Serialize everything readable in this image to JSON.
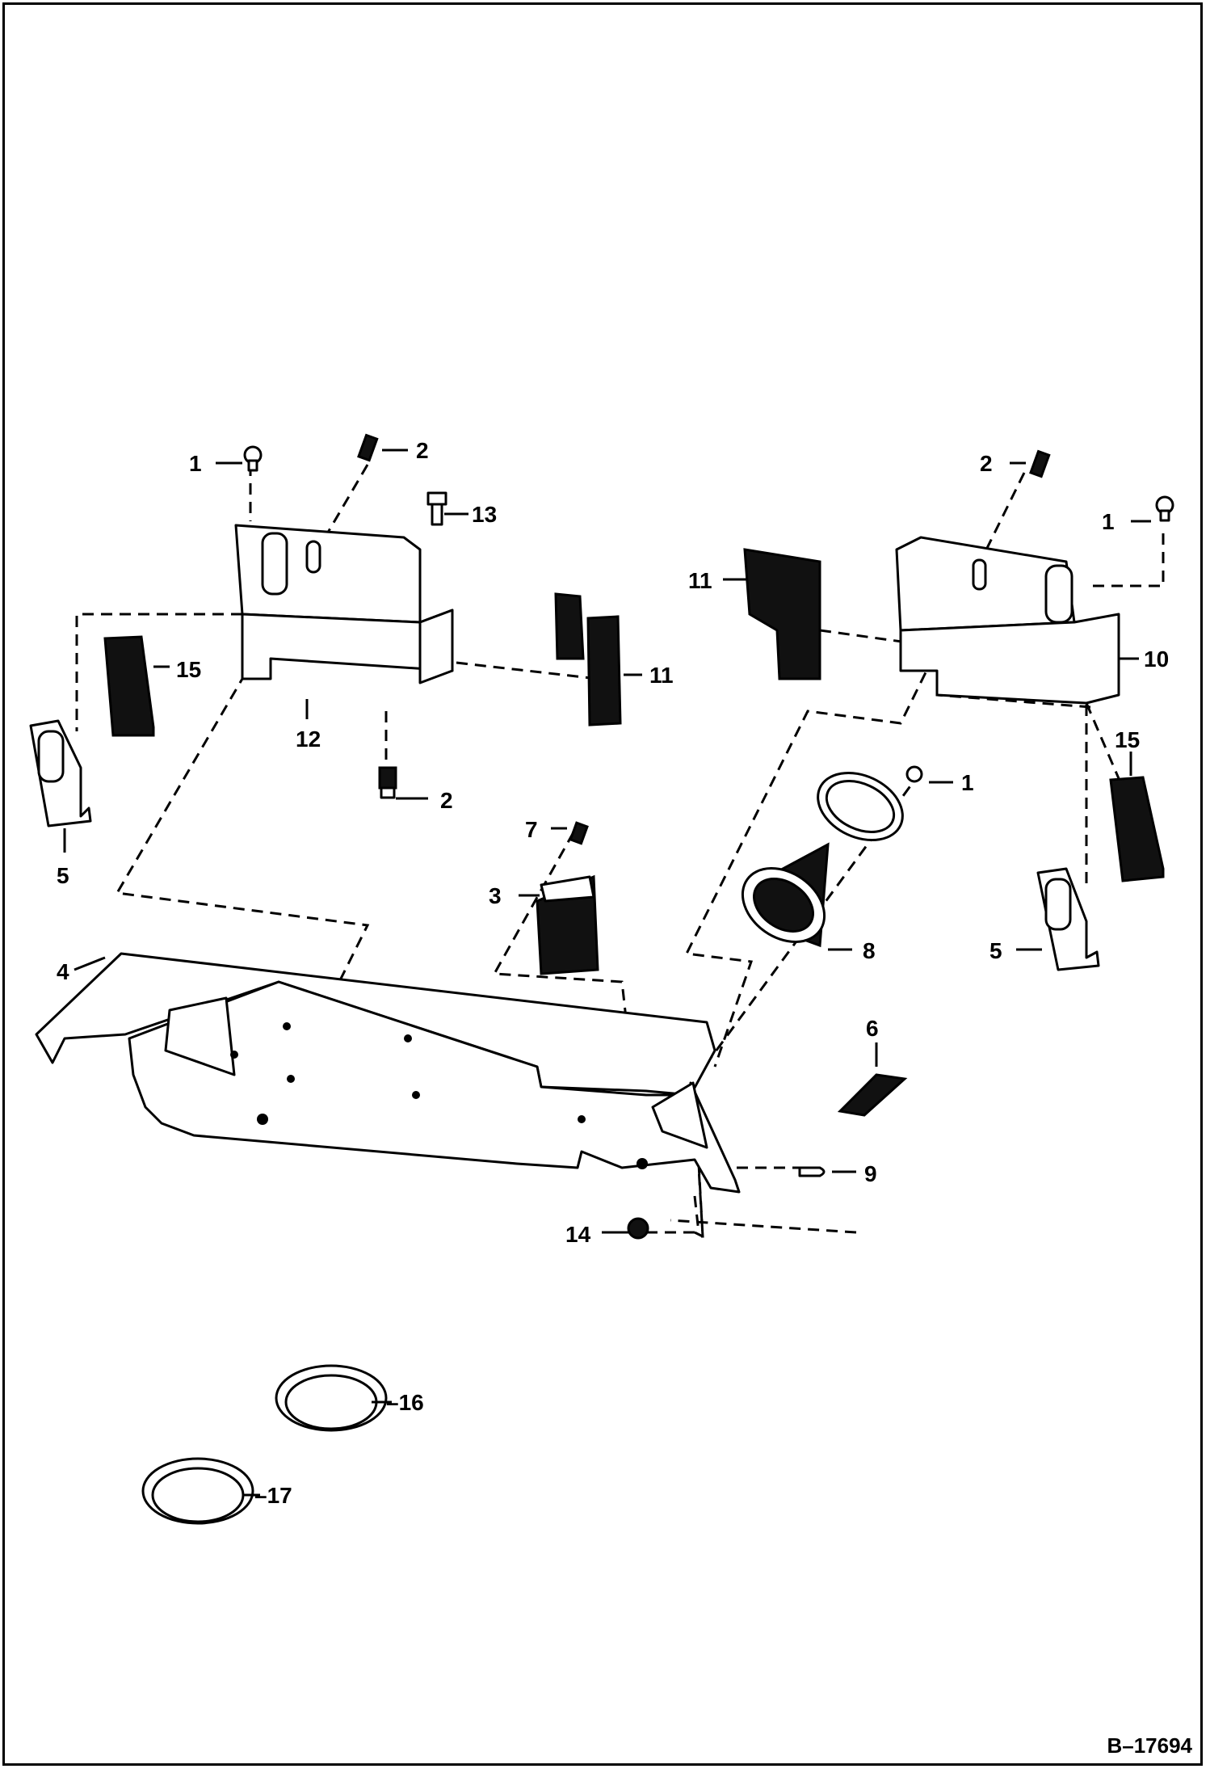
{
  "drawing_number": "B–17694",
  "callouts": {
    "c1a": "1",
    "c2a": "2",
    "c13": "13",
    "c15a": "15",
    "c11a": "11",
    "c12": "12",
    "c2b": "2",
    "c5a": "5",
    "c2c": "2",
    "c1b": "1",
    "c11b": "11",
    "c10": "10",
    "c15b": "15",
    "c1c": "1",
    "c7": "7",
    "c3": "3",
    "c8": "8",
    "c5b": "5",
    "c4": "4",
    "c6": "6",
    "c9": "9",
    "c14": "14",
    "c16": "–16",
    "c17": "–17"
  }
}
